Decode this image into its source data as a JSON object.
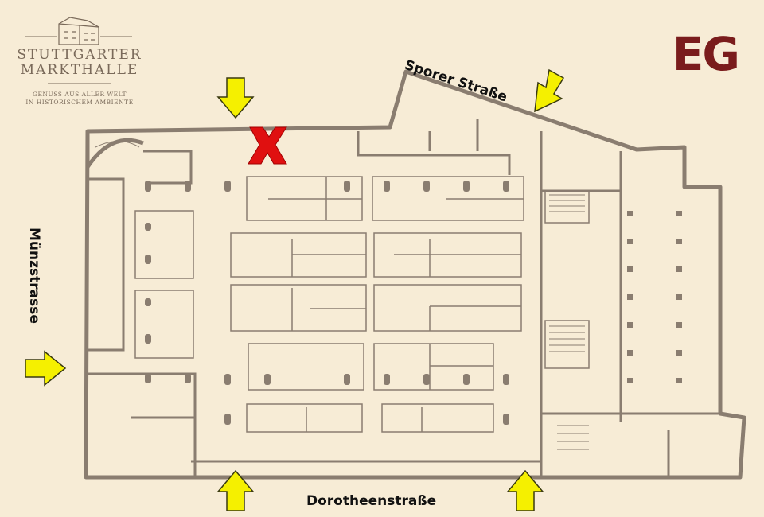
{
  "logo": {
    "name_line1": "STUTTGARTER",
    "name_line2": "MARKTHALLE",
    "tagline_line1": "GENUSS AUS ALLER WELT",
    "tagline_line2": "IN HISTORISCHEM AMBIENTE"
  },
  "floor": {
    "label": "EG"
  },
  "streets": {
    "north": "Sporer Straße",
    "west": "Münzstrasse",
    "south": "Dorotheenstraße"
  },
  "entrances": [
    {
      "id": "north-left",
      "direction": "down"
    },
    {
      "id": "north-right",
      "direction": "down-left"
    },
    {
      "id": "west",
      "direction": "right"
    },
    {
      "id": "south-left",
      "direction": "up"
    },
    {
      "id": "south-right",
      "direction": "up"
    }
  ],
  "marker": {
    "symbol": "X",
    "color": "#e01010"
  },
  "colors": {
    "background": "#f7ecd6",
    "walls": "#8a7d70",
    "arrow": "#f5f000",
    "floor_label": "#7a1c1c"
  }
}
